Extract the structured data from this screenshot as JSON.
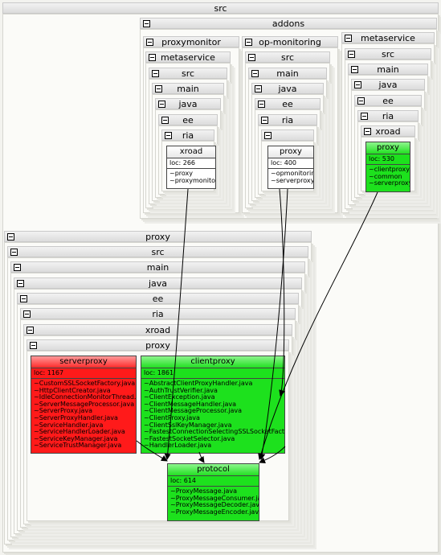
{
  "root": {
    "title": "src"
  },
  "addons": {
    "title": "addons",
    "proxymonitor": {
      "title": "proxymonitor",
      "nested": [
        "metaservice",
        "src",
        "main",
        "java",
        "ee",
        "ria"
      ],
      "class": {
        "name": "xroad",
        "loc": "loc: 266",
        "deps": [
          "~proxy",
          "~proxymonitor"
        ]
      }
    },
    "opmonitoring": {
      "title": "op-monitoring",
      "nested": [
        "src",
        "main",
        "java",
        "ee",
        "ria"
      ],
      "class": {
        "name": "proxy",
        "loc": "loc: 400",
        "deps": [
          "~opmonitoring",
          "~serverproxy"
        ]
      }
    },
    "metaservice": {
      "title": "metaservice",
      "nested": [
        "src",
        "main",
        "java",
        "ee",
        "ria",
        "xroad"
      ],
      "class": {
        "name": "proxy",
        "loc": "loc: 530",
        "deps": [
          "~clientproxy",
          "~common",
          "~serverproxy"
        ]
      }
    }
  },
  "proxy": {
    "title": "proxy",
    "nested": [
      "src",
      "main",
      "java",
      "ee",
      "ria",
      "xroad",
      "proxy"
    ],
    "serverproxy": {
      "name": "serverproxy",
      "loc": "loc: 1167",
      "files": [
        "~CustomSSLSocketFactory.java",
        "~HttpClientCreator.java",
        "~IdleConnectionMonitorThread.java",
        "~ServerMessageProcessor.java",
        "~ServerProxy.java",
        "~ServerProxyHandler.java",
        "~ServiceHandler.java",
        "~ServiceHandlerLoader.java",
        "~ServiceKeyManager.java",
        "~ServiceTrustManager.java"
      ]
    },
    "clientproxy": {
      "name": "clientproxy",
      "loc": "loc: 1861",
      "files": [
        "~AbstractClientProxyHandler.java",
        "~AuthTrustVerifier.java",
        "~ClientException.java",
        "~ClientMessageHandler.java",
        "~ClientMessageProcessor.java",
        "~ClientProxy.java",
        "~ClientSslKeyManager.java",
        "~FastestConnectionSelectingSSLSocketFactory.java",
        "~FastestSocketSelector.java",
        "~HandlerLoader.java"
      ]
    },
    "protocol": {
      "name": "protocol",
      "loc": "loc: 614",
      "files": [
        "~ProxyMessage.java",
        "~ProxyMessageConsumer.java",
        "~ProxyMessageDecoder.java",
        "~ProxyMessageEncoder.java"
      ]
    }
  },
  "colors": {
    "green": "#1de11d",
    "red": "#ff1a1a",
    "white": "#ffffff"
  }
}
